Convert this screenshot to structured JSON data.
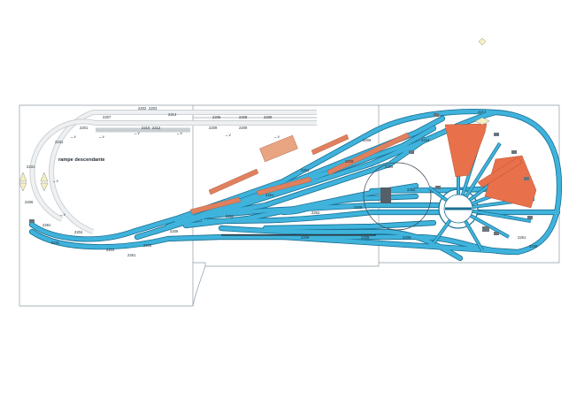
{
  "labels": {
    "ramp": "rampe descendante",
    "codes": [
      "2201",
      "2202",
      "2203",
      "2204",
      "2205",
      "2206",
      "2207",
      "2208",
      "2209",
      "2210",
      "2211",
      "2212",
      "2213",
      "2214",
      "2231",
      "2234",
      "2238",
      "2251",
      "2252",
      "2261",
      "2262",
      "2281"
    ],
    "signal": "⑉ v"
  },
  "colors": {
    "track": "#3fb3dc",
    "track_edge": "#1a6f92",
    "platform": "#e0805e",
    "shed": "#e8704a",
    "frame": "#8f9aa3",
    "upper_track": "#d9dde0"
  }
}
